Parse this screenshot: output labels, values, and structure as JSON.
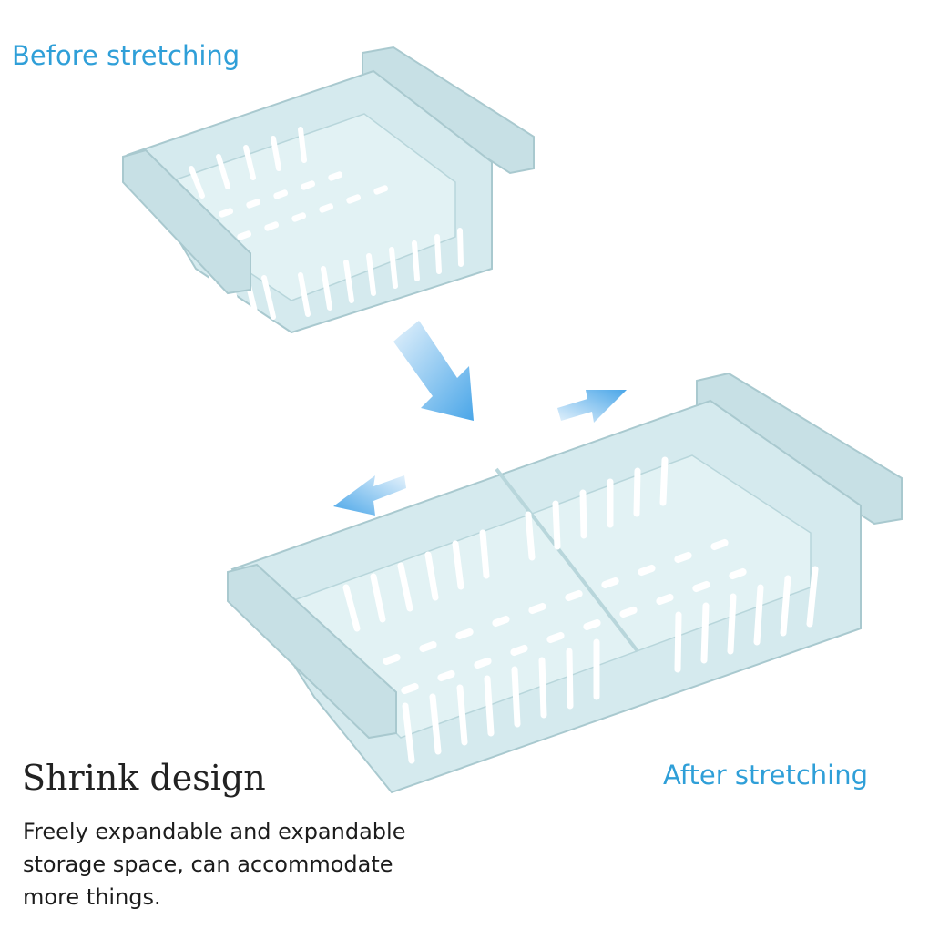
{
  "labels": {
    "before": "Before stretching",
    "after": "After stretching"
  },
  "feature": {
    "title": "Shrink design",
    "description_lines": [
      "Freely expandable and expandable",
      "storage space, can accommodate",
      "more things."
    ]
  },
  "colors": {
    "label_blue": "#2f9fd8",
    "basket": "#cfe6ea",
    "arrow": "#4aa6e8"
  },
  "icons": [
    "small-basket-image",
    "large-basket-image",
    "arrow-down-right-icon",
    "arrow-right-icon",
    "arrow-left-icon"
  ]
}
